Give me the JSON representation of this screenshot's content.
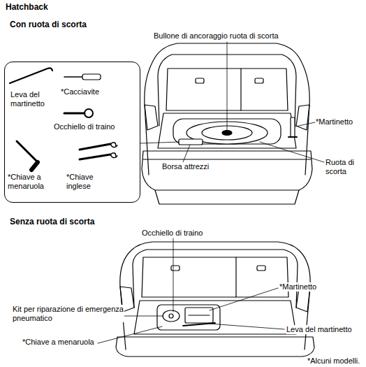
{
  "diagram": {
    "title": "Hatchback",
    "nodes": [
      {
        "text": [
          "Leva del martinetto",
          "*Cacciavite",
          "Occhiello di traino",
          "*Chiave a menaruola",
          "*Chiave inglese"
        ]
      }
    ],
    "labels": [
      "Con ruota di scorta",
      "Bullone di ancoraggio ruota di scorta",
      "*Martinetto",
      "Borsa attrezzi",
      "Ruota di scorta",
      "Senza ruota di scorta",
      "Occhiello di traino",
      "*Martinetto",
      "Kit per riparazione di emergenza pneumatico",
      "Leva del martinetto",
      "*Chiave a menaruola",
      "*Alcuni modelli."
    ]
  }
}
